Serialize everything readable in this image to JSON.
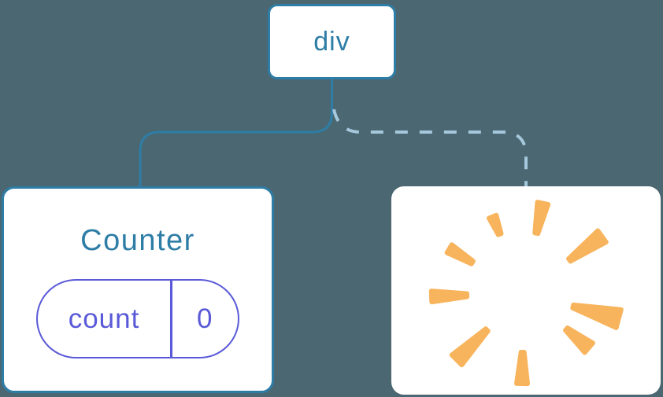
{
  "diagram": {
    "root_node": {
      "label": "div"
    },
    "connectors": {
      "to_counter": "solid",
      "to_removed": "dashed"
    },
    "counter_node": {
      "title": "Counter",
      "state_pill": {
        "name": "count",
        "value": "0"
      }
    },
    "removed_node": {
      "icon": "poof-icon"
    }
  },
  "colors": {
    "background": "#4B6771",
    "primary_blue": "#2E7DA6",
    "state_purple": "#5A5AD8",
    "connector_dashed": "#A5C8DD",
    "poof_orange": "#F8B45C",
    "node_fill": "#FFFFFF"
  }
}
